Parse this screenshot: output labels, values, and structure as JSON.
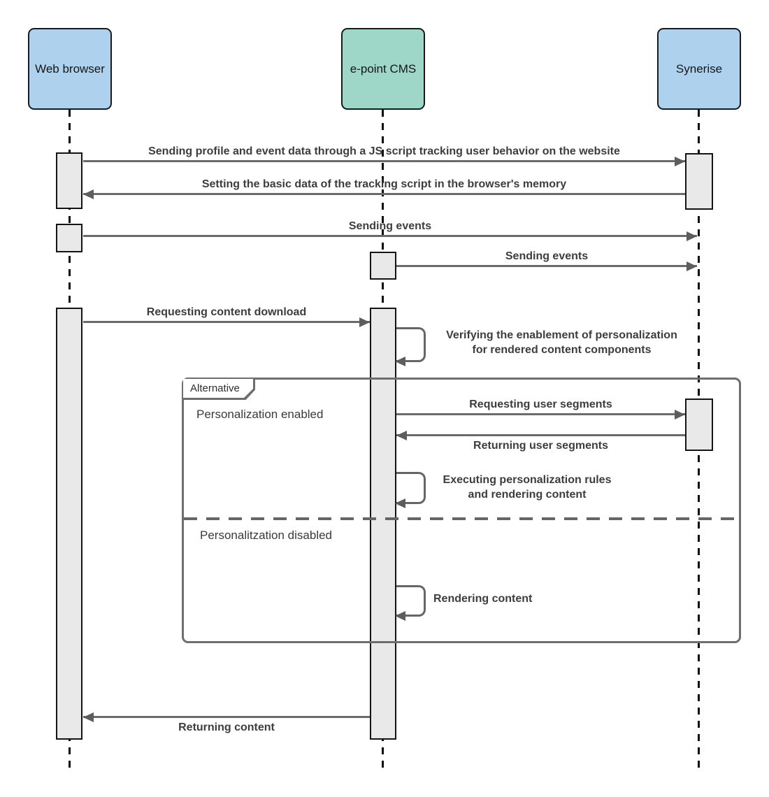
{
  "diagram_type": "uml-sequence",
  "actors": [
    {
      "label": "Web browser",
      "fill": "#aed2ee"
    },
    {
      "label": "e-point CMS",
      "fill": "#9ed7c8"
    },
    {
      "label": "Synerise",
      "fill": "#aed2ee"
    }
  ],
  "messages": [
    {
      "label": "Sending profile and event data through a JS script tracking user behavior on the website",
      "from": "Web browser",
      "to": "Synerise"
    },
    {
      "label": "Setting the basic data of the tracking script in the browser's memory",
      "from": "Synerise",
      "to": "Web browser"
    },
    {
      "label": "Sending events",
      "from": "Web browser",
      "to": "Synerise"
    },
    {
      "label": "Sending events",
      "from": "e-point CMS",
      "to": "Synerise"
    },
    {
      "label": "Requesting content download",
      "from": "Web browser",
      "to": "e-point CMS"
    },
    {
      "label": "Requesting user segments",
      "from": "e-point CMS",
      "to": "Synerise"
    },
    {
      "label": "Returning user segments",
      "from": "Synerise",
      "to": "e-point CMS"
    },
    {
      "label": "Returning content",
      "from": "e-point CMS",
      "to": "Web browser"
    }
  ],
  "self_messages": [
    {
      "line1": "Verifying the enablement of personalization",
      "line2": "for rendered content components",
      "actor": "e-point CMS"
    },
    {
      "line1": "Executing personalization rules",
      "line2": "and rendering content",
      "actor": "e-point CMS"
    },
    {
      "line1": "Rendering content",
      "actor": "e-point CMS"
    }
  ],
  "alt_frame": {
    "label": "Alternative",
    "sections": [
      {
        "guard": "Personalization enabled"
      },
      {
        "guard": "Personalitzation disabled"
      }
    ]
  },
  "colors": {
    "actor_blue": "#aed2ee",
    "actor_teal": "#9ed7c8",
    "activation_fill": "#e9e9e9",
    "connector_gray": "#666666",
    "frame_gray": "#6e6e6e",
    "message_text": "#3d3d3d",
    "lifeline_black": "#000000"
  }
}
